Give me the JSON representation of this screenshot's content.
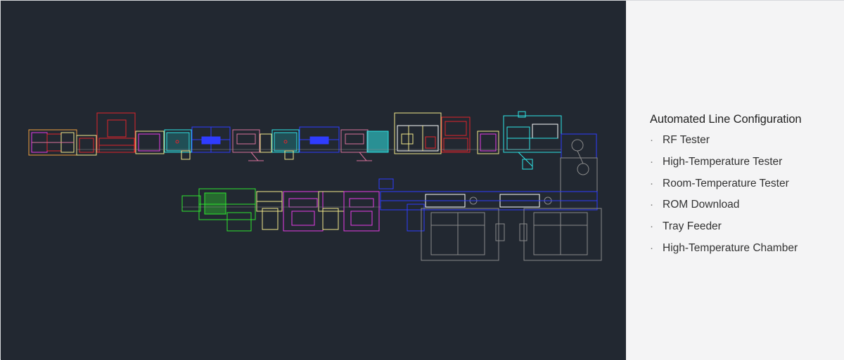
{
  "legend": {
    "title": "Automated Line Configuration",
    "items": [
      "RF Tester",
      "High-Temperature Tester",
      "Room-Temperature Tester",
      "ROM Download",
      "Tray Feeder",
      "High-Temperature Chamber"
    ],
    "bullet": "·"
  },
  "colors": {
    "cad_background": "#222831",
    "panel_background": "#f4f4f5",
    "stroke_red": "#e0242c",
    "stroke_yellow": "#f3e98a",
    "stroke_magenta": "#e63be6",
    "stroke_blue": "#2f3cff",
    "stroke_cyan": "#2fe6e6",
    "stroke_green": "#2fe62f",
    "stroke_white": "#ffffff",
    "stroke_grey": "#8a8a8a",
    "stroke_pink": "#d8729a",
    "stroke_orange": "#f0a040"
  }
}
